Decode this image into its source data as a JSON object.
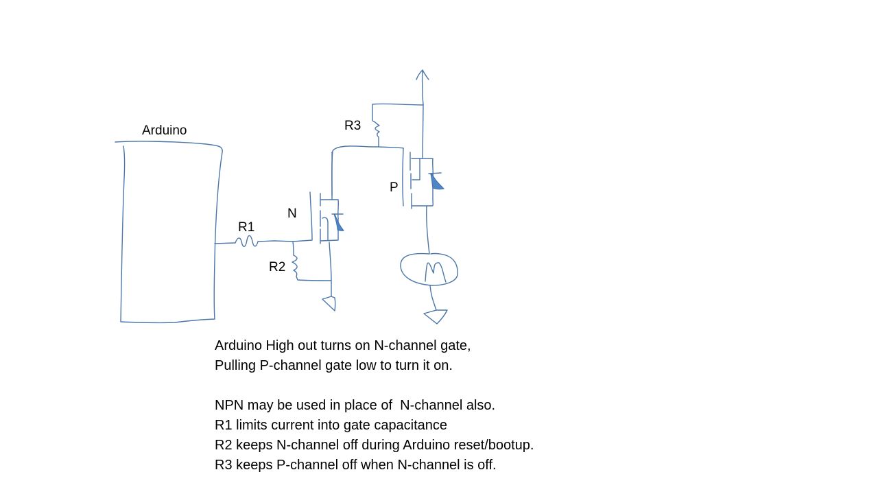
{
  "diagram": {
    "type": "circuit-schematic",
    "stroke_color": "#4a76a8",
    "diode_fill_color": "#4f86c6",
    "labels": {
      "arduino": "Arduino",
      "r1": "R1",
      "r2": "R2",
      "r3": "R3",
      "n_fet": "N",
      "p_fet": "P"
    },
    "components": [
      {
        "id": "arduino",
        "kind": "microcontroller-block",
        "label": "Arduino"
      },
      {
        "id": "r1",
        "kind": "resistor",
        "label": "R1",
        "role": "series gate resistor"
      },
      {
        "id": "r2",
        "kind": "resistor",
        "label": "R2",
        "role": "gate pull-down to ground"
      },
      {
        "id": "r3",
        "kind": "resistor",
        "label": "R3",
        "role": "gate pull-up to supply"
      },
      {
        "id": "q_n",
        "kind": "n-channel-mosfet",
        "label": "N"
      },
      {
        "id": "q_p",
        "kind": "p-channel-mosfet",
        "label": "P"
      },
      {
        "id": "motor",
        "kind": "motor",
        "label": "M"
      },
      {
        "id": "vcc",
        "kind": "supply-arrow"
      },
      {
        "id": "gnd1",
        "kind": "ground"
      },
      {
        "id": "gnd2",
        "kind": "ground"
      }
    ]
  },
  "notes": [
    "Arduino High out turns on N-channel gate,",
    "Pulling P-channel gate low to turn it on.",
    "",
    "NPN may be used in place of  N-channel also.",
    "R1 limits current into gate capacitance",
    "R2 keeps N-channel off during Arduino reset/bootup.",
    "R3 keeps P-channel off when N-channel is off."
  ]
}
